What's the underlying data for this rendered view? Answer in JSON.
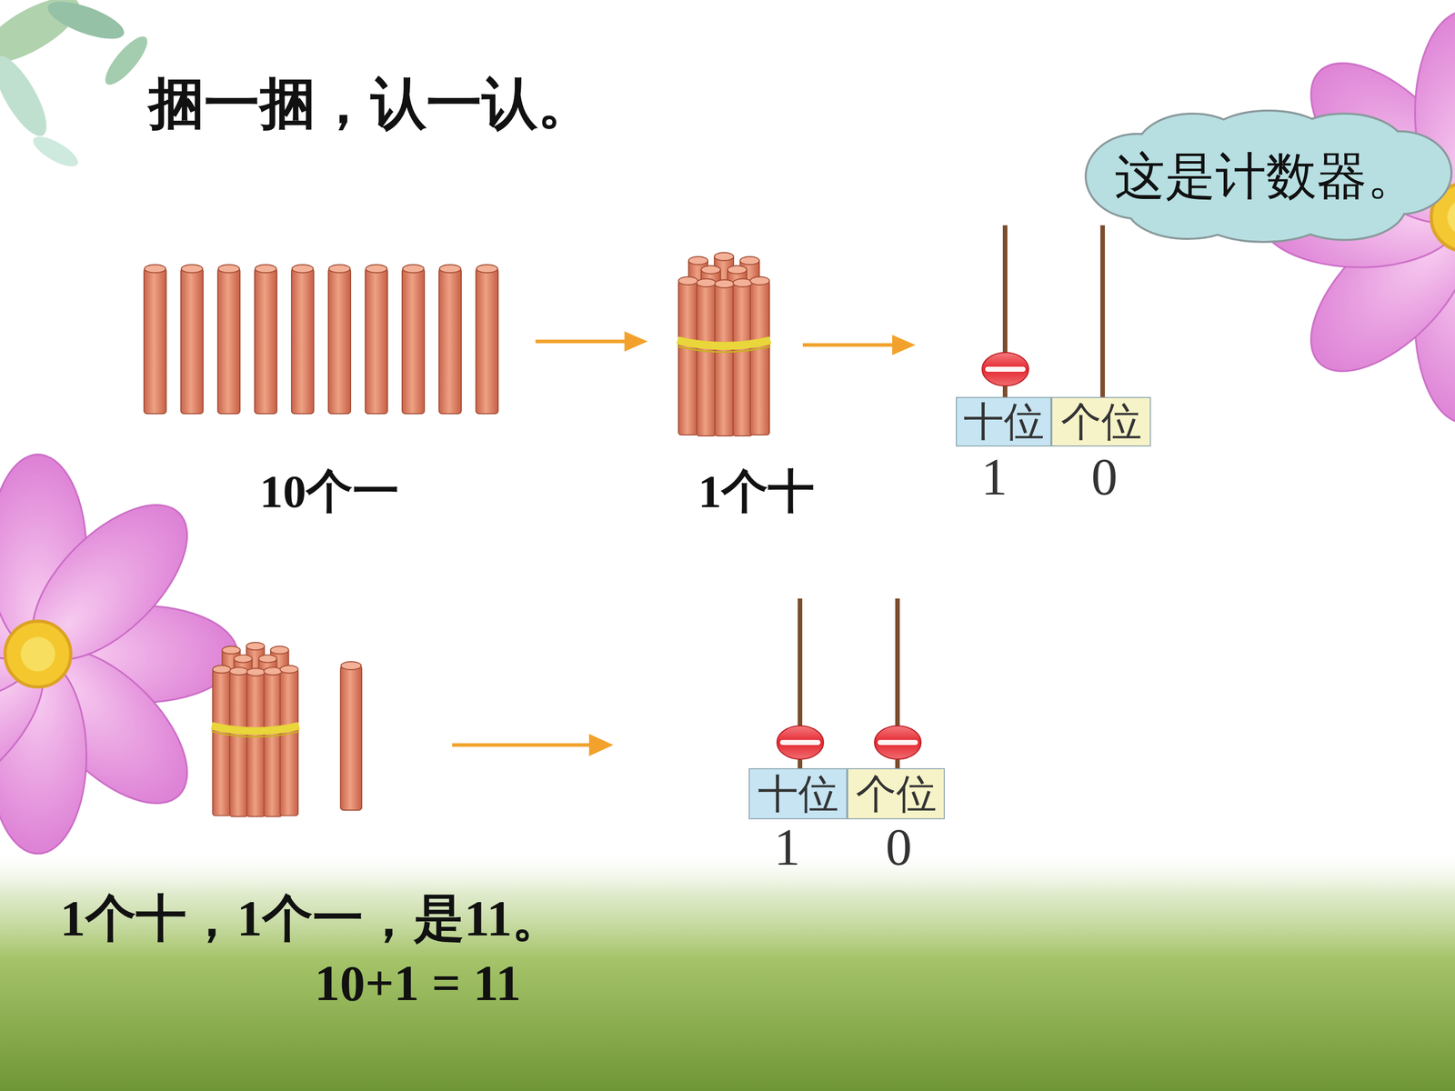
{
  "diagram": {
    "title": "捆一捆，认一认。",
    "nodes": [
      {
        "text": [
          "这是计数器。"
        ]
      },
      {
        "text": [
          "十位"
        ]
      },
      {
        "text": [
          "个位"
        ]
      },
      {
        "text": [
          "十位"
        ]
      },
      {
        "text": [
          "个位"
        ]
      }
    ],
    "labels": [
      "10个一",
      "1个十",
      "1",
      "0",
      "1",
      "0",
      "1个十，1个一，是11。",
      "10+1 = 11"
    ]
  }
}
